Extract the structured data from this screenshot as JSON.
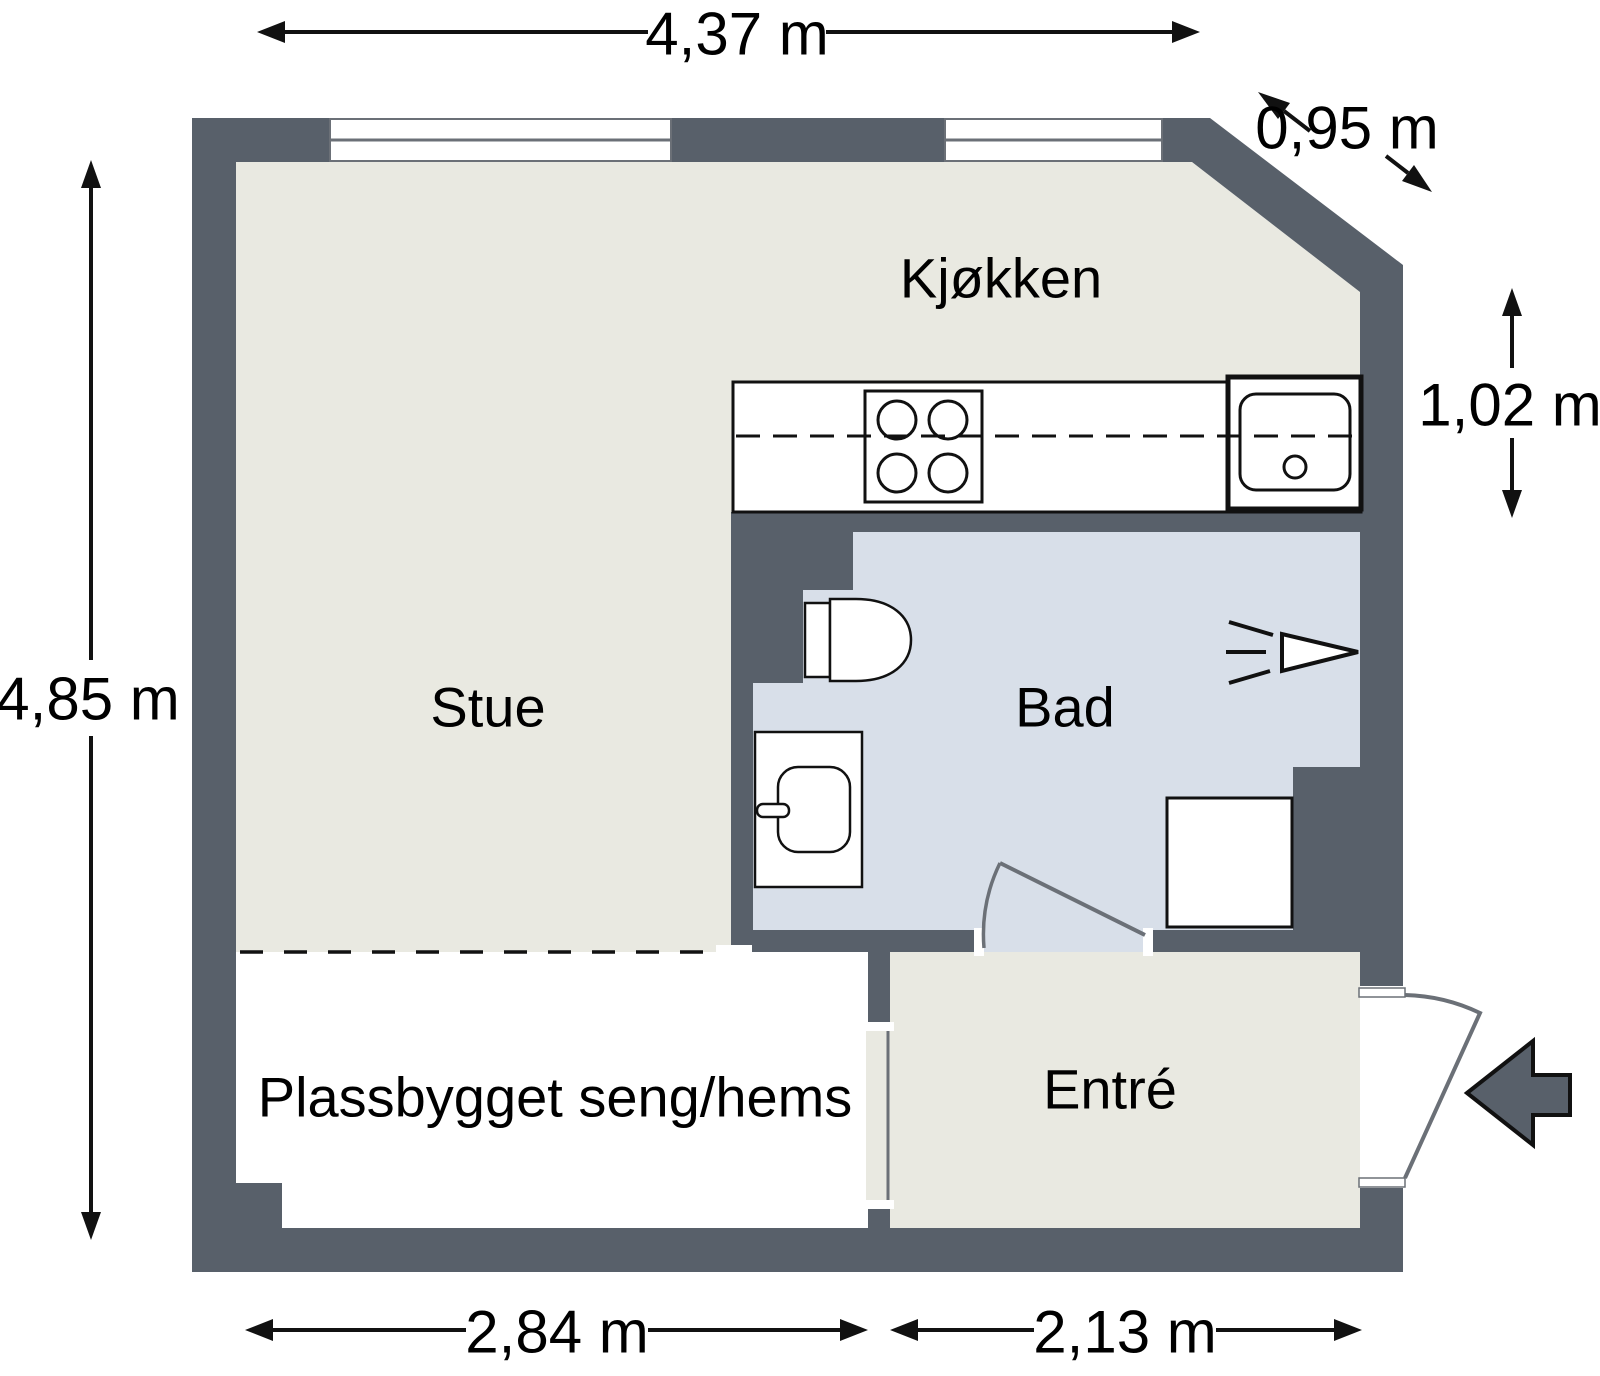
{
  "rooms": {
    "kitchen": "Kjøkken",
    "living_room": "Stue",
    "bathroom": "Bad",
    "entrance": "Entré",
    "bed_loft": "Plassbygget seng/hems"
  },
  "dimensions": {
    "top_width": "4,37 m",
    "diagonal_wall": "0,95 m",
    "kitchen_depth": "1,02 m",
    "left_height": "4,85 m",
    "bottom_left_width": "2,84 m",
    "bottom_right_width": "2,13 m"
  },
  "colors": {
    "wall": "#58606a",
    "floor": "#e9e9e1",
    "bath_floor": "#d8dfe9",
    "line": "#111111",
    "door": "#6b7077"
  }
}
